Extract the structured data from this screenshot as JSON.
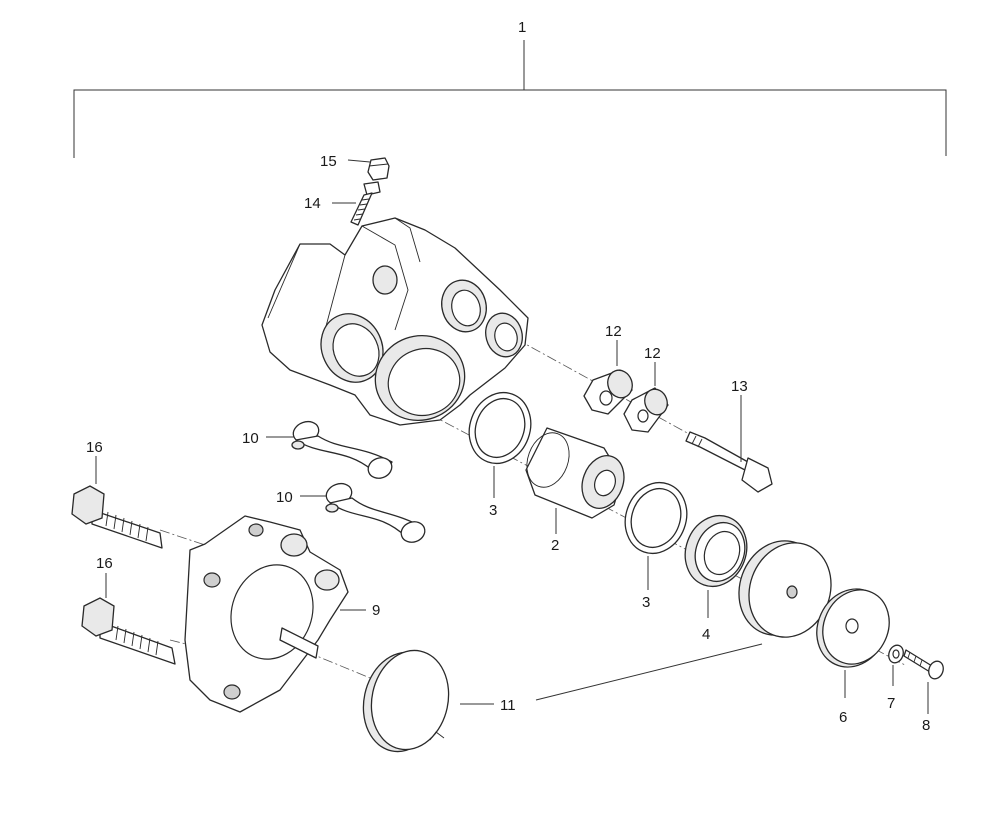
{
  "labels": {
    "assembly": "1",
    "piston": "2",
    "seal_upper": "3",
    "seal_lower": "3",
    "dust_seal": "4",
    "plate": "6",
    "washer": "7",
    "screw": "8",
    "bracket": "9",
    "pad_spring_upper": "10",
    "pad_spring_lower": "10",
    "cap": "11",
    "bushing_a": "12",
    "bushing_b": "12",
    "pin_bolt": "13",
    "bleed_valve": "14",
    "bleed_cap": "15",
    "bolt_upper": "16",
    "bolt_lower": "16"
  }
}
